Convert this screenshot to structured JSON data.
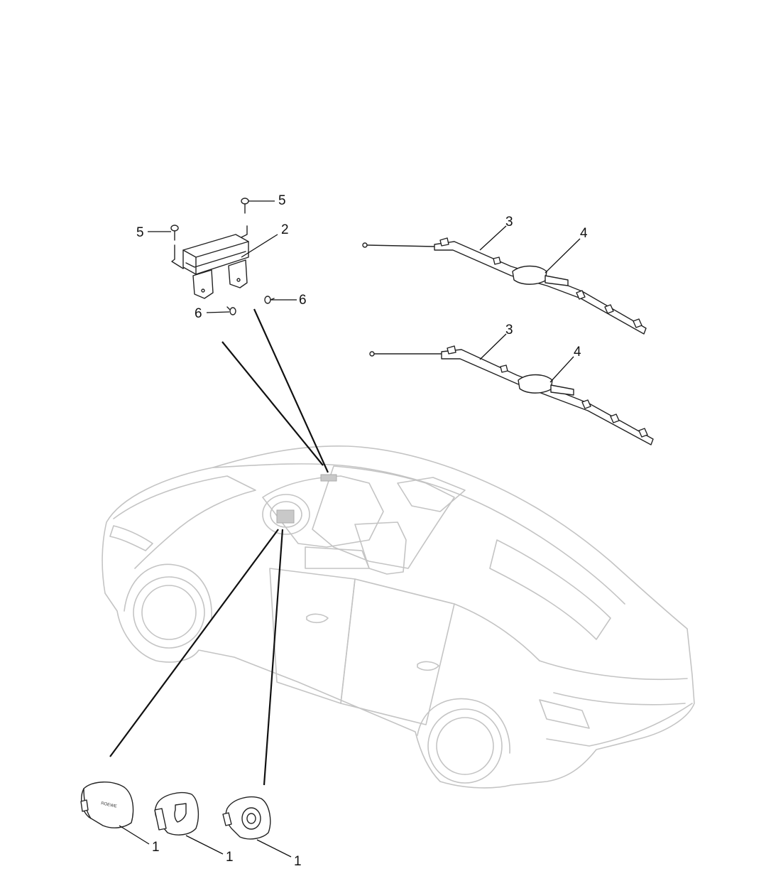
{
  "callouts": {
    "steering_airbag_1a": "1",
    "steering_airbag_1b": "1",
    "steering_airbag_1c": "1",
    "passenger_airbag": "2",
    "curtain_airbag_upper": "3",
    "curtain_airbag_lower": "3",
    "curtain_bracket_upper": "4",
    "curtain_bracket_lower": "4",
    "bolt_top_right": "5",
    "bolt_top_left": "5",
    "screw_right": "6",
    "screw_left": "6"
  },
  "icons": {
    "steering_airbag_logo_a": "ROEWE",
    "steering_airbag_logo_b": "shield-emblem",
    "steering_airbag_logo_c": "round-emblem"
  }
}
